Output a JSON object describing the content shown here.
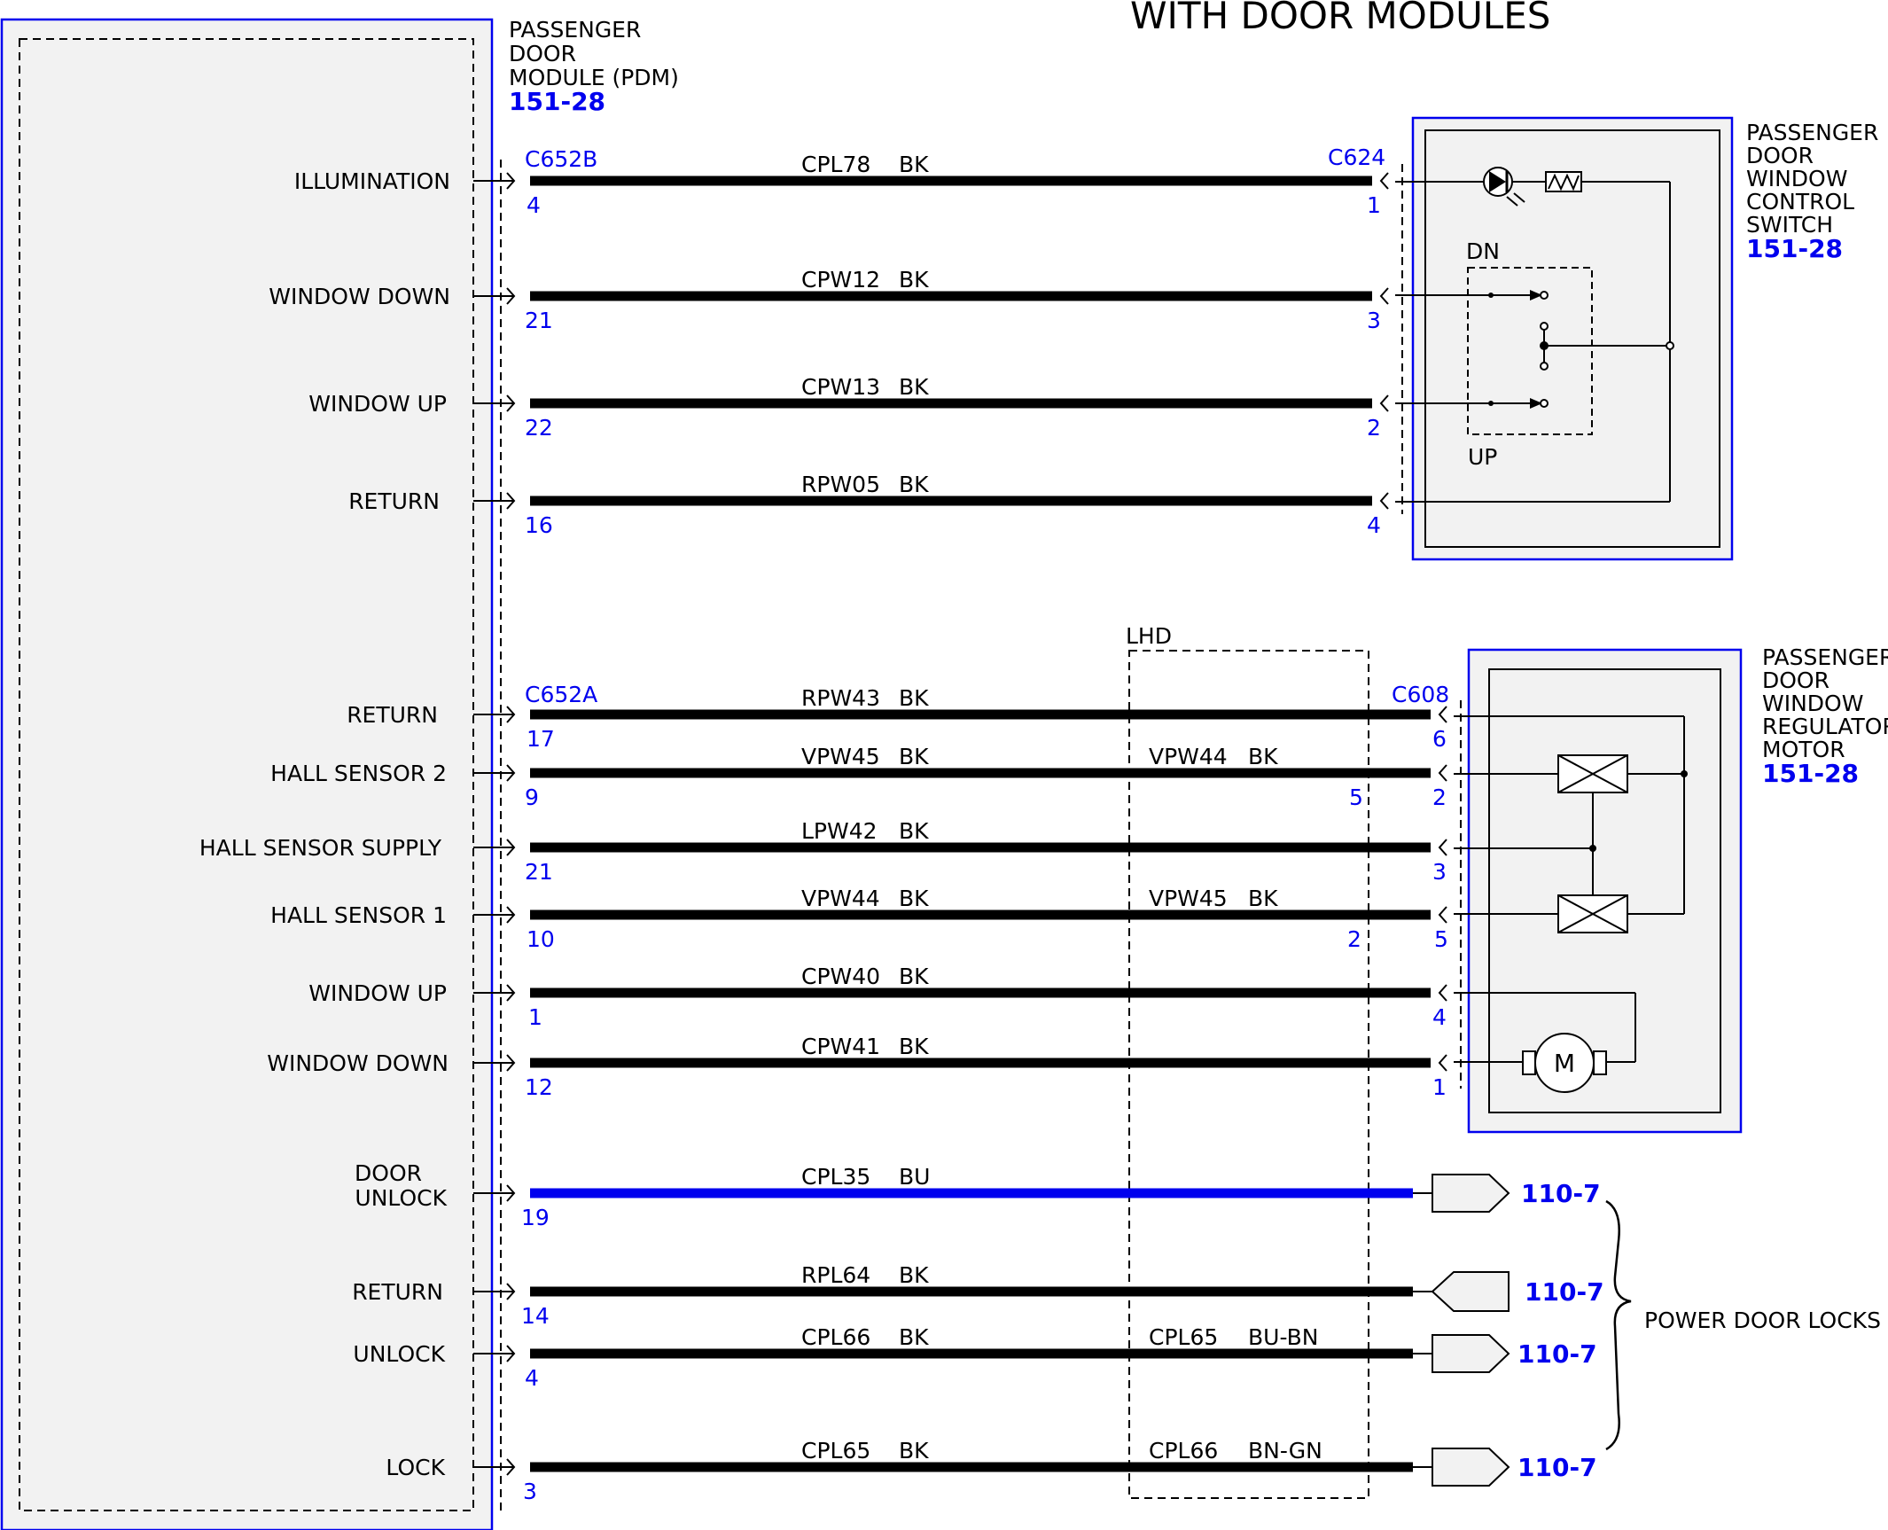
{
  "title": "WITH DOOR MODULES",
  "pdm": {
    "lines": [
      "PASSENGER",
      "DOOR",
      "MODULE (PDM)"
    ],
    "ref": "151-28"
  },
  "switch": {
    "lines": [
      "PASSENGER",
      "DOOR",
      "WINDOW",
      "CONTROL",
      "SWITCH"
    ],
    "ref": "151-28",
    "dn": "DN",
    "up": "UP"
  },
  "motor": {
    "lines": [
      "PASSENGER",
      "DOOR",
      "WINDOW",
      "REGULATOR",
      "MOTOR"
    ],
    "ref": "151-28",
    "symbol": "M"
  },
  "connectors": {
    "c652b": "C652B",
    "c624": "C624",
    "c652a": "C652A",
    "c608": "C608"
  },
  "lhd": "LHD",
  "power_door_locks": "POWER DOOR LOCKS",
  "wires": [
    {
      "label": [
        "ILLUMINATION"
      ],
      "circuit": "CPL78",
      "color": "BK",
      "pin_left": "4",
      "pin_right": "1"
    },
    {
      "label": [
        "WINDOW DOWN"
      ],
      "circuit": "CPW12",
      "color": "BK",
      "pin_left": "21",
      "pin_right": "3"
    },
    {
      "label": [
        "WINDOW UP"
      ],
      "circuit": "CPW13",
      "color": "BK",
      "pin_left": "22",
      "pin_right": "2"
    },
    {
      "label": [
        "RETURN"
      ],
      "circuit": "RPW05",
      "color": "BK",
      "pin_left": "16",
      "pin_right": "4"
    },
    {
      "label": [
        "RETURN"
      ],
      "circuit": "RPW43",
      "color": "BK",
      "pin_left": "17",
      "pin_right": "6"
    },
    {
      "label": [
        "HALL SENSOR 2"
      ],
      "circuit": "VPW45",
      "color": "BK",
      "pin_left": "9",
      "pin_right": "2",
      "lhd_circuit": "VPW44",
      "lhd_color": "BK",
      "lhd_pin": "5"
    },
    {
      "label": [
        "HALL SENSOR SUPPLY"
      ],
      "circuit": "LPW42",
      "color": "BK",
      "pin_left": "21",
      "pin_right": "3"
    },
    {
      "label": [
        "HALL SENSOR 1"
      ],
      "circuit": "VPW44",
      "color": "BK",
      "pin_left": "10",
      "pin_right": "5",
      "lhd_circuit": "VPW45",
      "lhd_color": "BK",
      "lhd_pin": "2"
    },
    {
      "label": [
        "WINDOW UP"
      ],
      "circuit": "CPW40",
      "color": "BK",
      "pin_left": "1",
      "pin_right": "4"
    },
    {
      "label": [
        "WINDOW DOWN"
      ],
      "circuit": "CPW41",
      "color": "BK",
      "pin_left": "12",
      "pin_right": "1"
    },
    {
      "label": [
        "DOOR",
        "UNLOCK"
      ],
      "circuit": "CPL35",
      "color": "BU",
      "pin_left": "19",
      "ref": "110-7",
      "wire_color": "#0000ee"
    },
    {
      "label": [
        "RETURN"
      ],
      "circuit": "RPL64",
      "color": "BK",
      "pin_left": "14",
      "ref": "110-7"
    },
    {
      "label": [
        "UNLOCK"
      ],
      "circuit": "CPL66",
      "color": "BK",
      "pin_left": "4",
      "ref": "110-7",
      "lhd_circuit": "CPL65",
      "lhd_color": "BU-BN"
    },
    {
      "label": [
        "LOCK"
      ],
      "circuit": "CPL65",
      "color": "BK",
      "pin_left": "3",
      "ref": "110-7",
      "lhd_circuit": "CPL66",
      "lhd_color": "BN-GN"
    }
  ]
}
